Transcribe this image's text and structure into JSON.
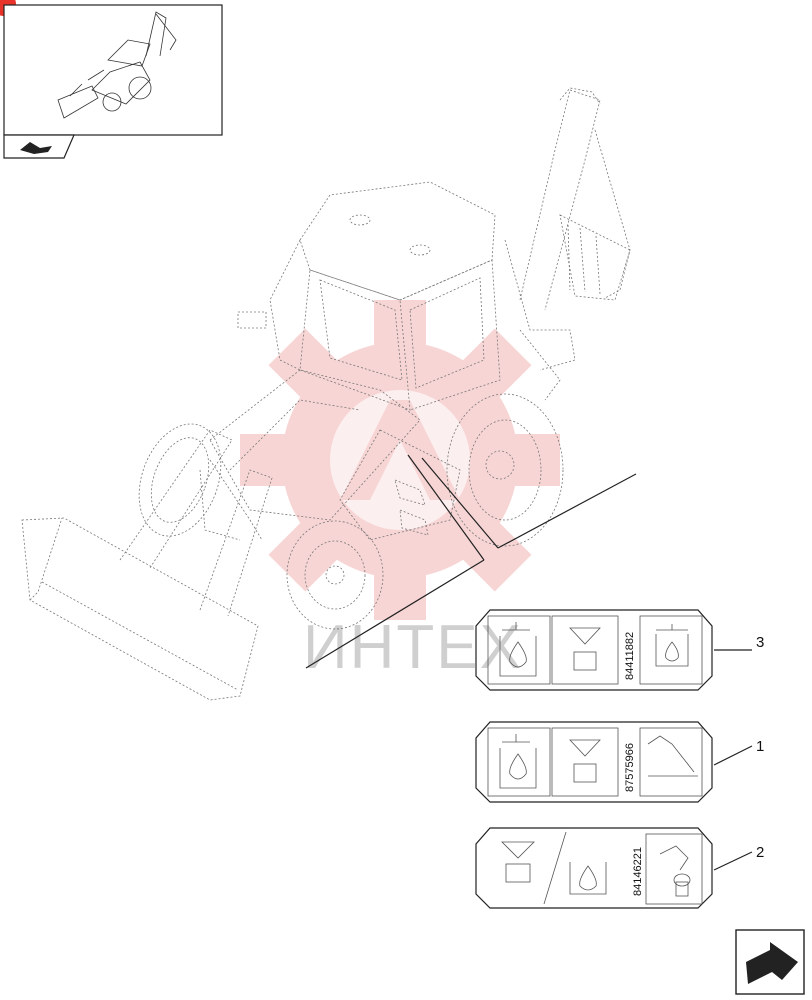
{
  "colors": {
    "accent": "#e8332a",
    "watermark_red": "#f4b4b4",
    "line": "#222222"
  },
  "watermark": {
    "text": "ИНТЕХ"
  },
  "decals": [
    {
      "item": "3",
      "part_number": "84411882"
    },
    {
      "item": "1",
      "part_number": "87575966"
    },
    {
      "item": "2",
      "part_number": "84146221"
    }
  ],
  "icons": {
    "thumbnail": "backhoe-loader-thumbnail",
    "view_marker": "hand-pointer-icon",
    "nav_next": "next-page-arrow-icon"
  }
}
